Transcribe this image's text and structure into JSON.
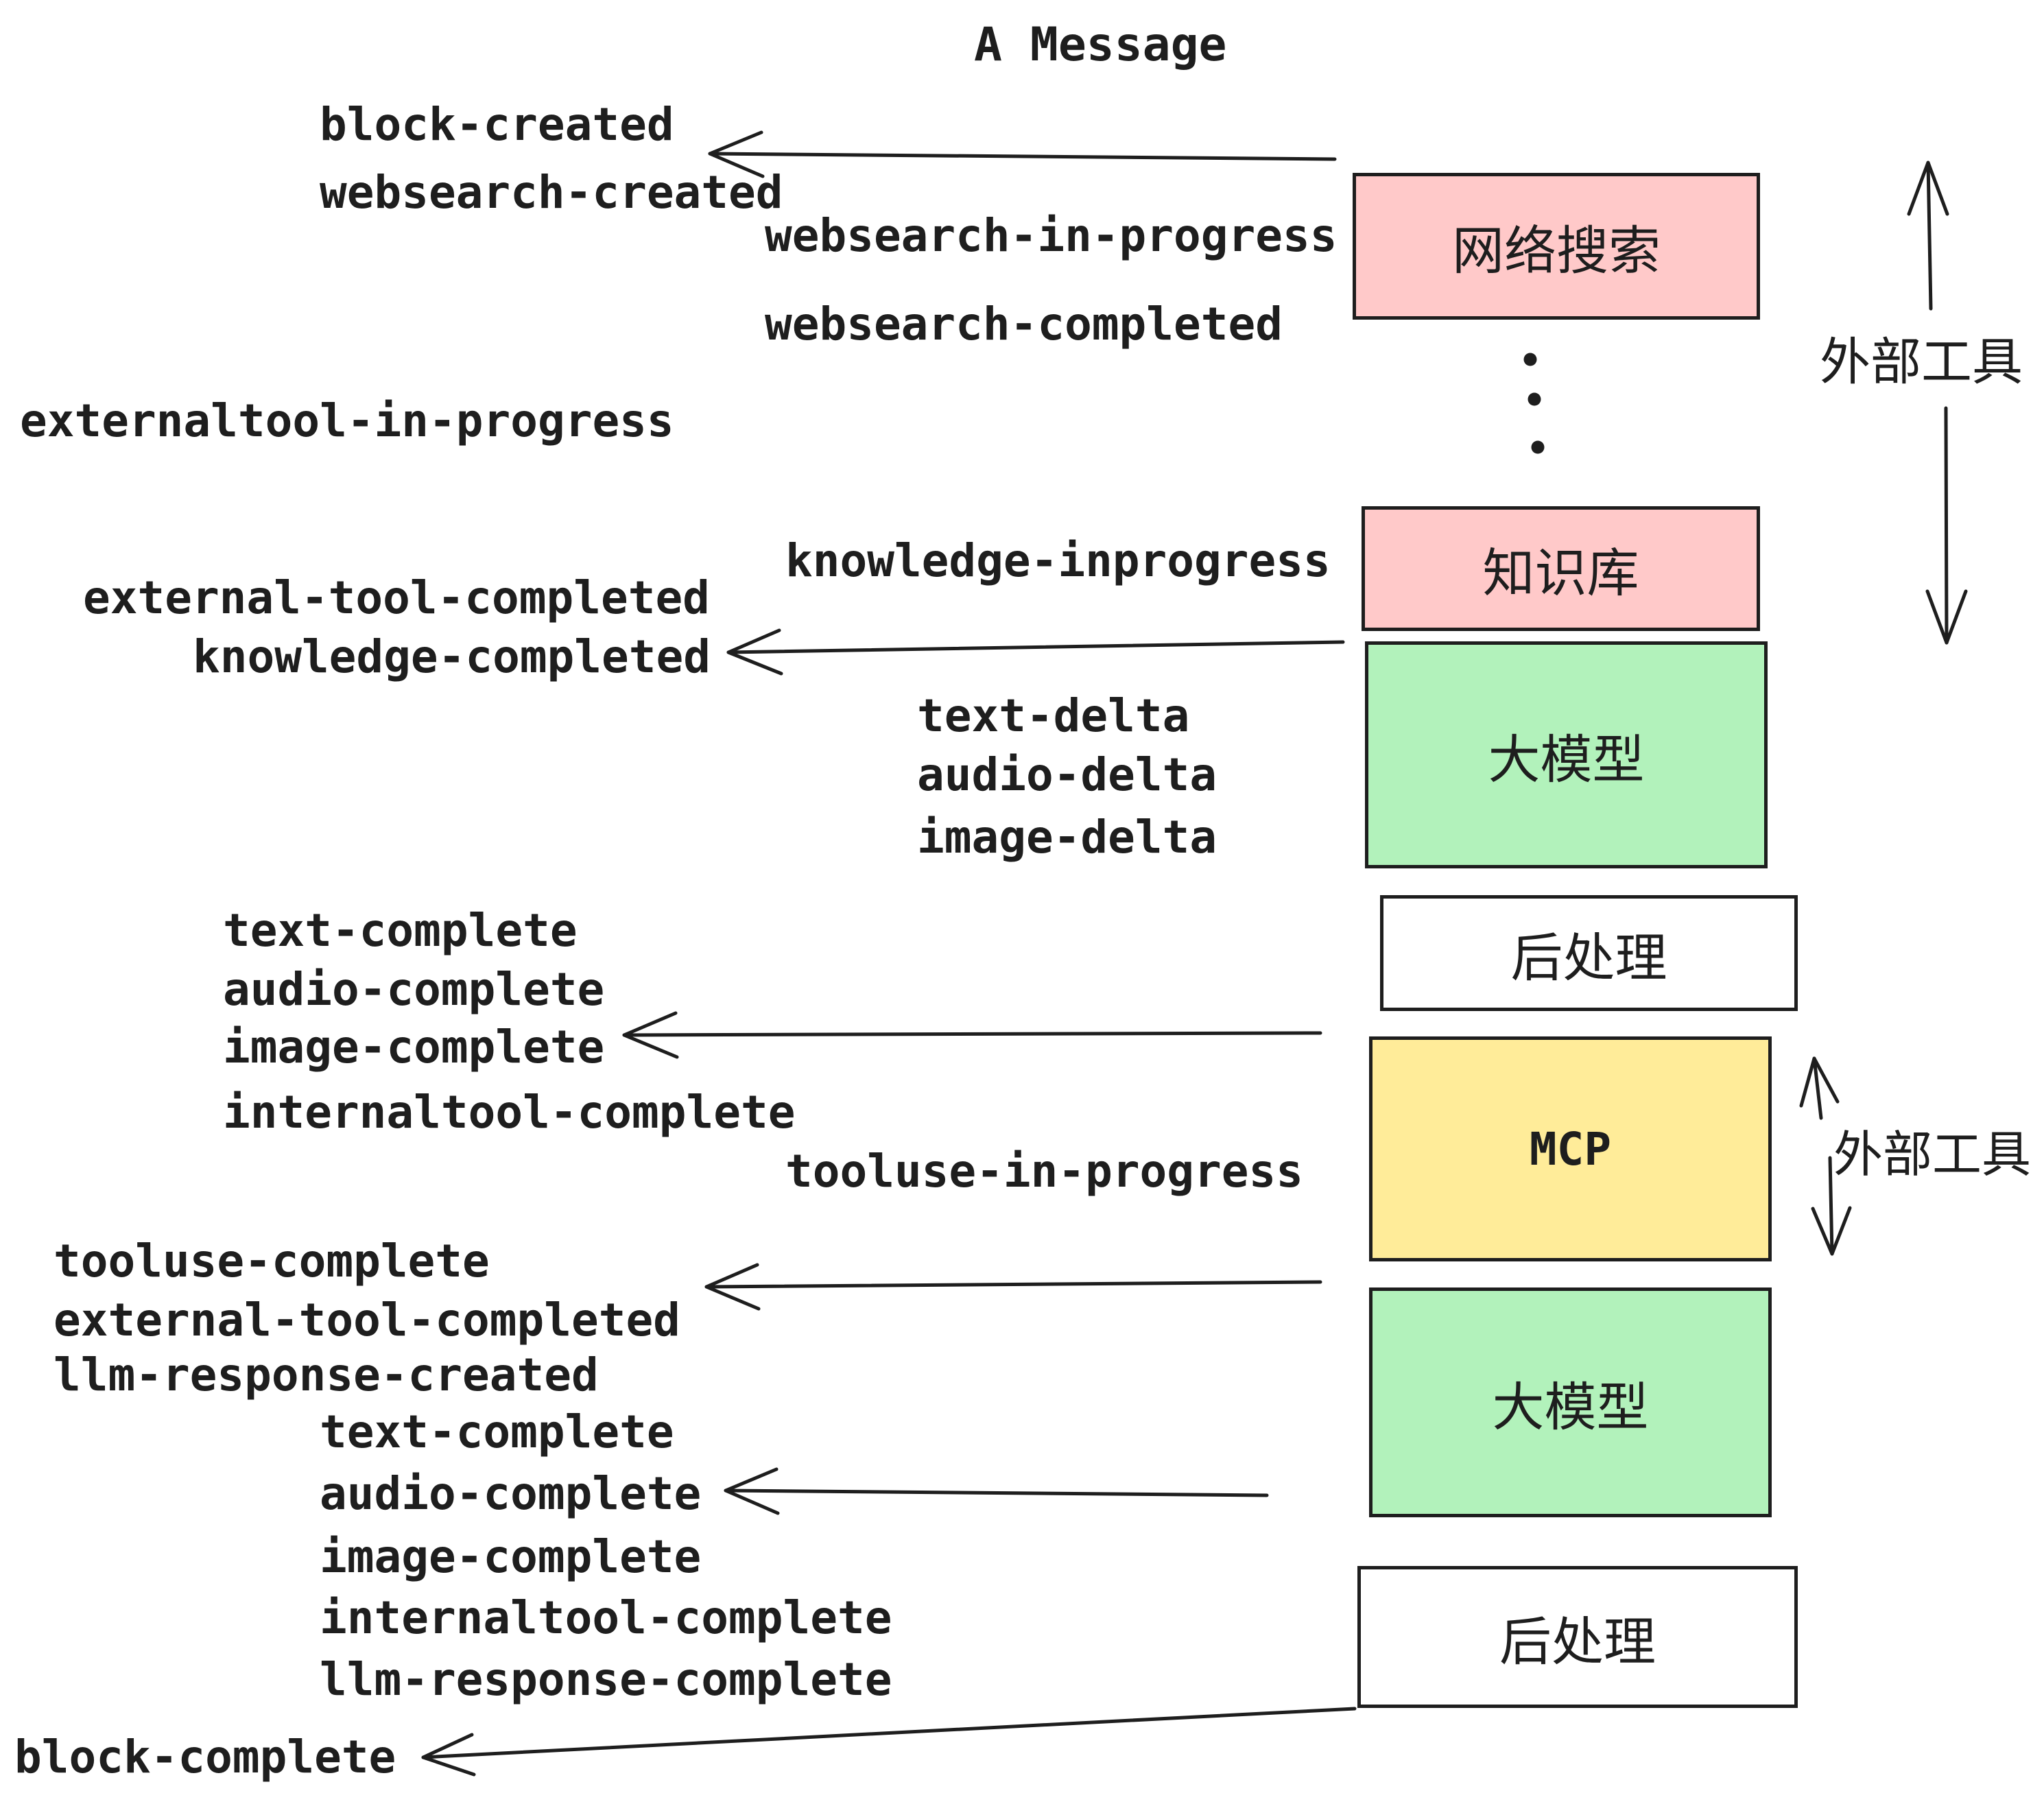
{
  "title": "A Message",
  "events": [
    {
      "text": "block-created"
    },
    {
      "text": "websearch-created"
    },
    {
      "text": "websearch-in-progress"
    },
    {
      "text": "websearch-completed"
    },
    {
      "text": "externaltool-in-progress"
    },
    {
      "text": "knowledge-inprogress"
    },
    {
      "text": "external-tool-completed"
    },
    {
      "text": "knowledge-completed"
    },
    {
      "text": "text-delta"
    },
    {
      "text": "audio-delta"
    },
    {
      "text": "image-delta"
    },
    {
      "text": "text-complete"
    },
    {
      "text": "audio-complete"
    },
    {
      "text": "image-complete"
    },
    {
      "text": "internaltool-complete"
    },
    {
      "text": "tooluse-in-progress"
    },
    {
      "text": "tooluse-complete"
    },
    {
      "text": "external-tool-completed"
    },
    {
      "text": "llm-response-created"
    },
    {
      "text": "text-complete"
    },
    {
      "text": "audio-complete"
    },
    {
      "text": "image-complete"
    },
    {
      "text": "internaltool-complete"
    },
    {
      "text": "llm-response-complete"
    },
    {
      "text": "block-complete"
    }
  ],
  "boxes": [
    {
      "label": "网络搜索",
      "fill": "pink"
    },
    {
      "label": "知识库",
      "fill": "pink"
    },
    {
      "label": "大模型",
      "fill": "green"
    },
    {
      "label": "后处理",
      "fill": "white"
    },
    {
      "label": "MCP",
      "fill": "yellow"
    },
    {
      "label": "大模型",
      "fill": "green"
    },
    {
      "label": "后处理",
      "fill": "white"
    }
  ],
  "side_labels": [
    {
      "text": "外部工具"
    },
    {
      "text": "外部工具"
    }
  ],
  "colors": {
    "stroke": "#1e1e1e",
    "pink": "#ffc9c9",
    "green": "#b2f2bb",
    "yellow": "#ffec99",
    "white": "#ffffff",
    "background": "#ffffff"
  }
}
